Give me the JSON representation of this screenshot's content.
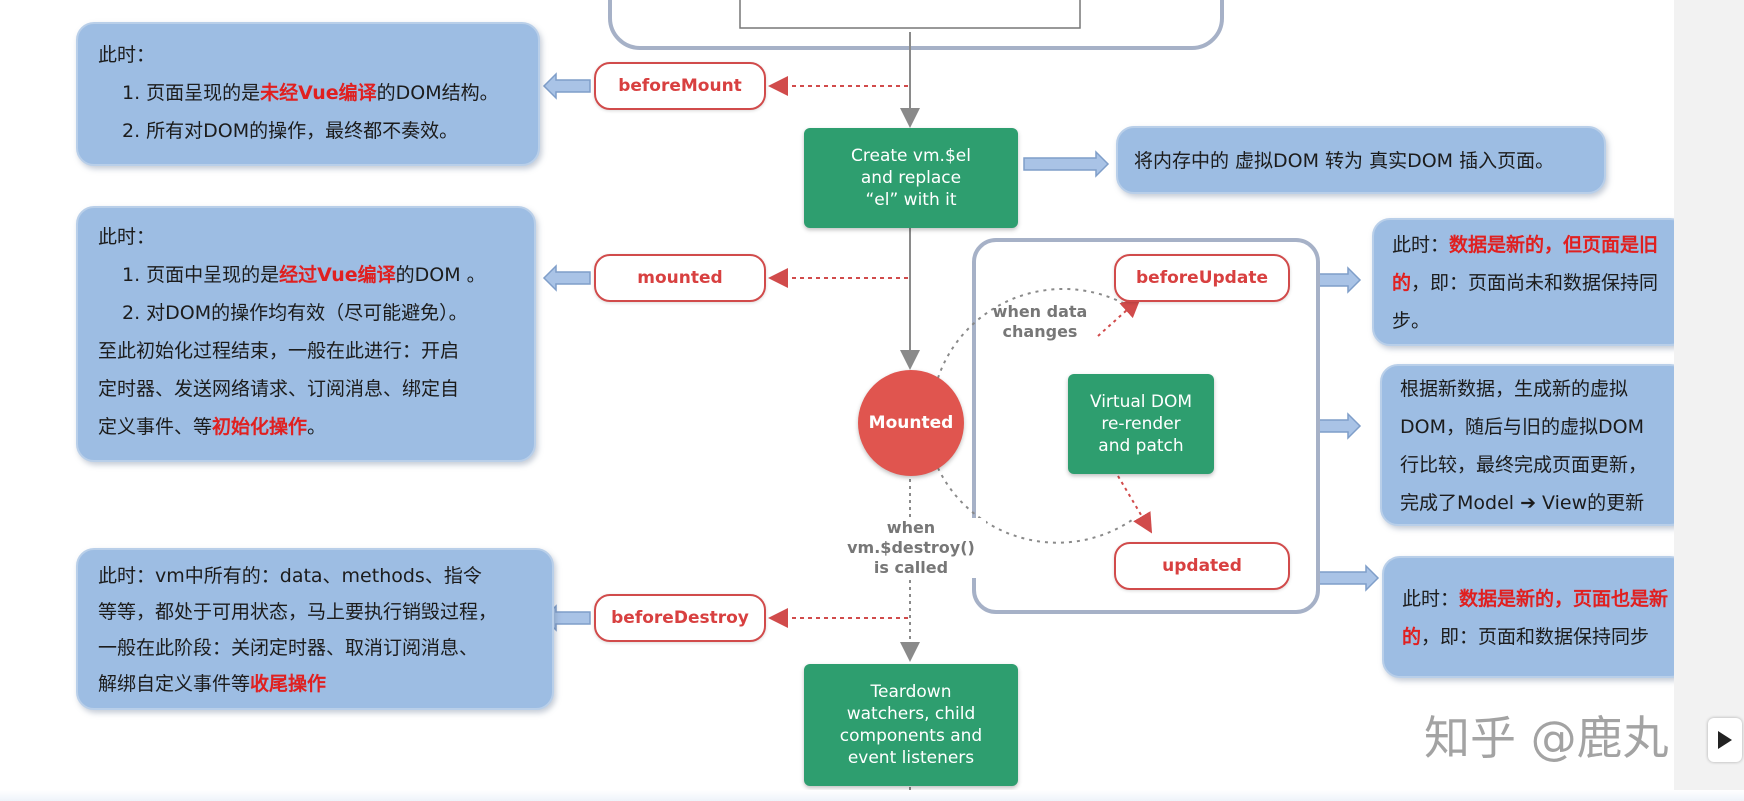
{
  "notes": {
    "before_mount": {
      "heading": "此时：",
      "line1_pre": "1. 页面呈现的是",
      "line1_red": "未经Vue编译",
      "line1_post": "的DOM结构。",
      "line2": "2. 所有对DOM的操作，最终都不奏效。"
    },
    "mounted": {
      "heading": "此时：",
      "line1_pre": "1. 页面中呈现的是",
      "line1_red": "经过Vue编译",
      "line1_post": "的DOM 。",
      "line2": "2. 对DOM的操作均有效（尽可能避免）。",
      "line3": "至此初始化过程结束，一般在此进行：开启",
      "line4": "定时器、发送网络请求、订阅消息、绑定自",
      "line5_pre": "定义事件、等",
      "line5_red": "初始化操作",
      "line5_post": "。"
    },
    "before_destroy": {
      "line1": "此时：vm中所有的：data、methods、指令",
      "line2": "等等，都处于可用状态，马上要执行销毁过程，",
      "line3": "一般在此阶段：关闭定时器、取消订阅消息、",
      "line4_pre": "解绑自定义事件等",
      "line4_red": "收尾操作"
    },
    "create_el": "将内存中的 虚拟DOM 转为 真实DOM 插入页面。",
    "before_update": {
      "line1_pre": "此时：",
      "line1_red": "数据是新的，但页面是旧",
      "line2_red": "的",
      "line2_post": "，即：页面尚未和数据保持同",
      "line3": "步。"
    },
    "rerender": {
      "line1": "根据新数据，生成新的虚拟",
      "line2": "DOM，随后与旧的虚拟DOM",
      "line3": "行比较，最终完成页面更新，",
      "line4": "完成了Model ➔ View的更新"
    },
    "updated": {
      "line1_pre": "此时：",
      "line1_red": "数据是新的",
      "line1_mid": "，",
      "line1_red2": "页面也是新",
      "line2_red": "的",
      "line2_post": "，即：页面和数据保持同步"
    }
  },
  "hooks": {
    "before_mount": "beforeMount",
    "mounted": "mounted",
    "before_destroy": "beforeDestroy",
    "before_update": "beforeUpdate",
    "updated": "updated"
  },
  "steps": {
    "create_el": [
      "Create vm.$el",
      "and replace",
      "“el” with it"
    ],
    "mounted_circle": "Mounted",
    "virtual_dom": [
      "Virtual DOM",
      "re-render",
      "and patch"
    ],
    "teardown": [
      "Teardown",
      "watchers, child",
      "components and",
      "event listeners"
    ]
  },
  "labels": {
    "when_data_changes": [
      "when data",
      "changes"
    ],
    "when_destroy": [
      "when",
      "vm.$destroy()",
      "is called"
    ]
  },
  "watermark": "知乎 @鹿丸",
  "colors": {
    "note_bg": "#9dbde3",
    "hook_border": "#d14b4b",
    "green_step": "#2e9e6f",
    "mounted_circle": "#e0554f",
    "highlight_red": "#e02020"
  }
}
